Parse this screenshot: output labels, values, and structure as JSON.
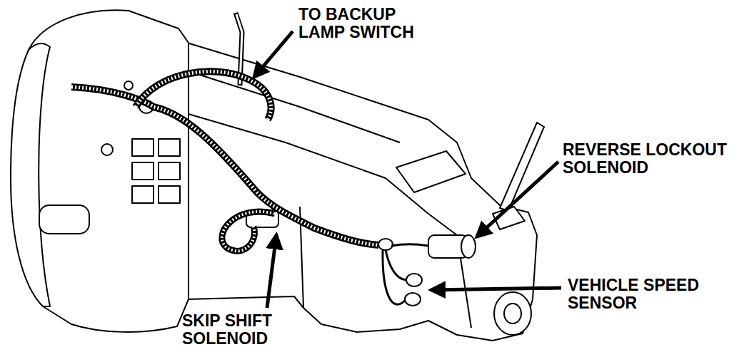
{
  "diagram": {
    "labels": [
      "TO BACKUP LAMP SWITCH",
      "REVERSE LOCKOUT SOLENOID",
      "VEHICLE SPEED SENSOR",
      "SKIP SHIFT SOLENOID"
    ]
  }
}
